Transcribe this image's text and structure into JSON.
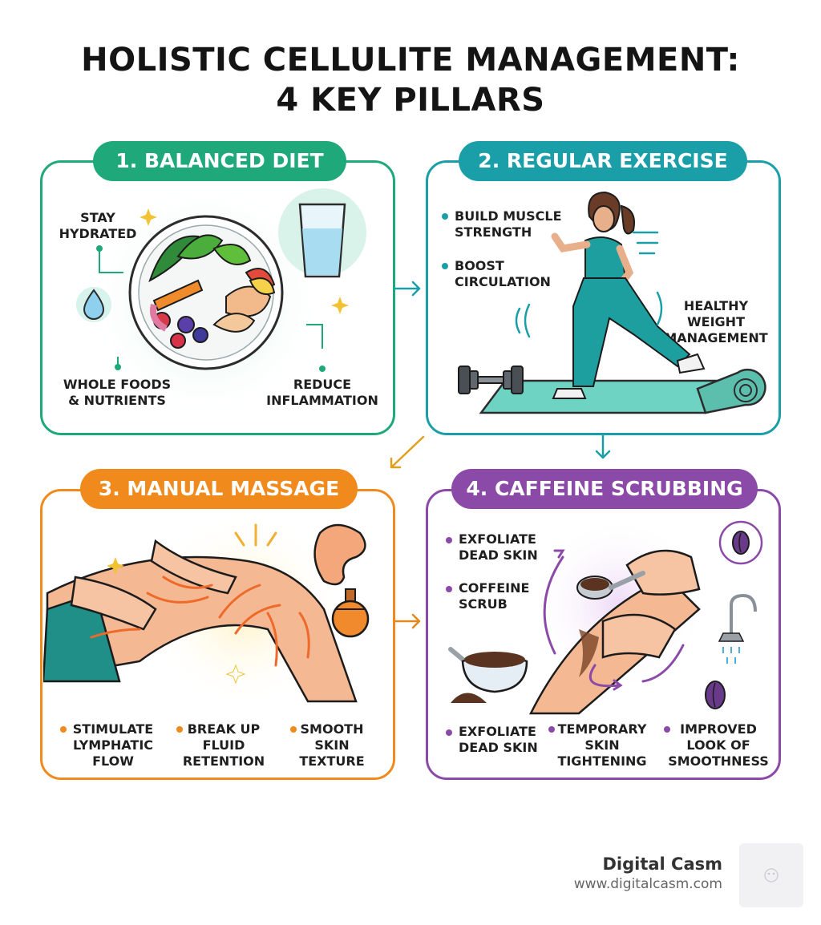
{
  "title": {
    "line1": "HOLISTIC CELLULITE MANAGEMENT:",
    "line2": "4 KEY PILLARS"
  },
  "colors": {
    "diet": "#1fa97a",
    "exercise": "#1a9fa8",
    "massage": "#f08a1c",
    "caffeine": "#8c4aa8"
  },
  "pillars": {
    "diet": {
      "heading": "1. BALANCED DIET",
      "labels": {
        "hydrated": "STAY\nHYDRATED",
        "whole": "WHOLE FOODS\n& NUTRIENTS",
        "inflammation": "REDUCE\nINFLAMMATION"
      },
      "icons": [
        "salad-plate-icon",
        "water-glass-icon",
        "water-drop-icon",
        "sparkle-icon"
      ]
    },
    "exercise": {
      "heading": "2. REGULAR EXERCISE",
      "labels": {
        "muscle": "BUILD MUSCLE\nSTRENGTH",
        "circulation": "BOOST\nCIRCULATION",
        "weight": "HEALTHY\nWEIGHT\nMANAGEMENT"
      },
      "icons": [
        "lunging-woman-icon",
        "dumbbell-icon",
        "yoga-mat-icon"
      ]
    },
    "massage": {
      "heading": "3. MANUAL MASSAGE",
      "labels": {
        "lymphatic": "STIMULATE\nLYMPHATIC\nFLOW",
        "fluid": "BREAK UP\nFLUID\nRETENTION",
        "texture": "SMOOTH\nSKIN\nTEXTURE"
      },
      "icons": [
        "massaging-hands-icon",
        "gua-sha-icon",
        "herbal-ball-icon",
        "sparkle-icon"
      ]
    },
    "caffeine": {
      "heading": "4. CAFFEINE SCRUBBING",
      "labels": {
        "exfoliate_top": "EXFOLIATE\nDEAD SKIN",
        "scrub": "COFFEINE\nSCRUB",
        "exfoliate_bottom": "EXFOLIATE\nDEAD SKIN",
        "tightening": "TEMPORARY\nSKIN\nTIGHTENING",
        "smoothness": "IMPROVED\nLOOK OF\nSMOOTHNESS"
      },
      "icons": [
        "scrubbing-hands-icon",
        "coffee-bowl-icon",
        "coffee-bean-icon",
        "shower-icon"
      ]
    }
  },
  "brand": {
    "name": "Digital Casm",
    "url": "www.digitalcasm.com",
    "logo_icon": "brand-logo-icon"
  }
}
